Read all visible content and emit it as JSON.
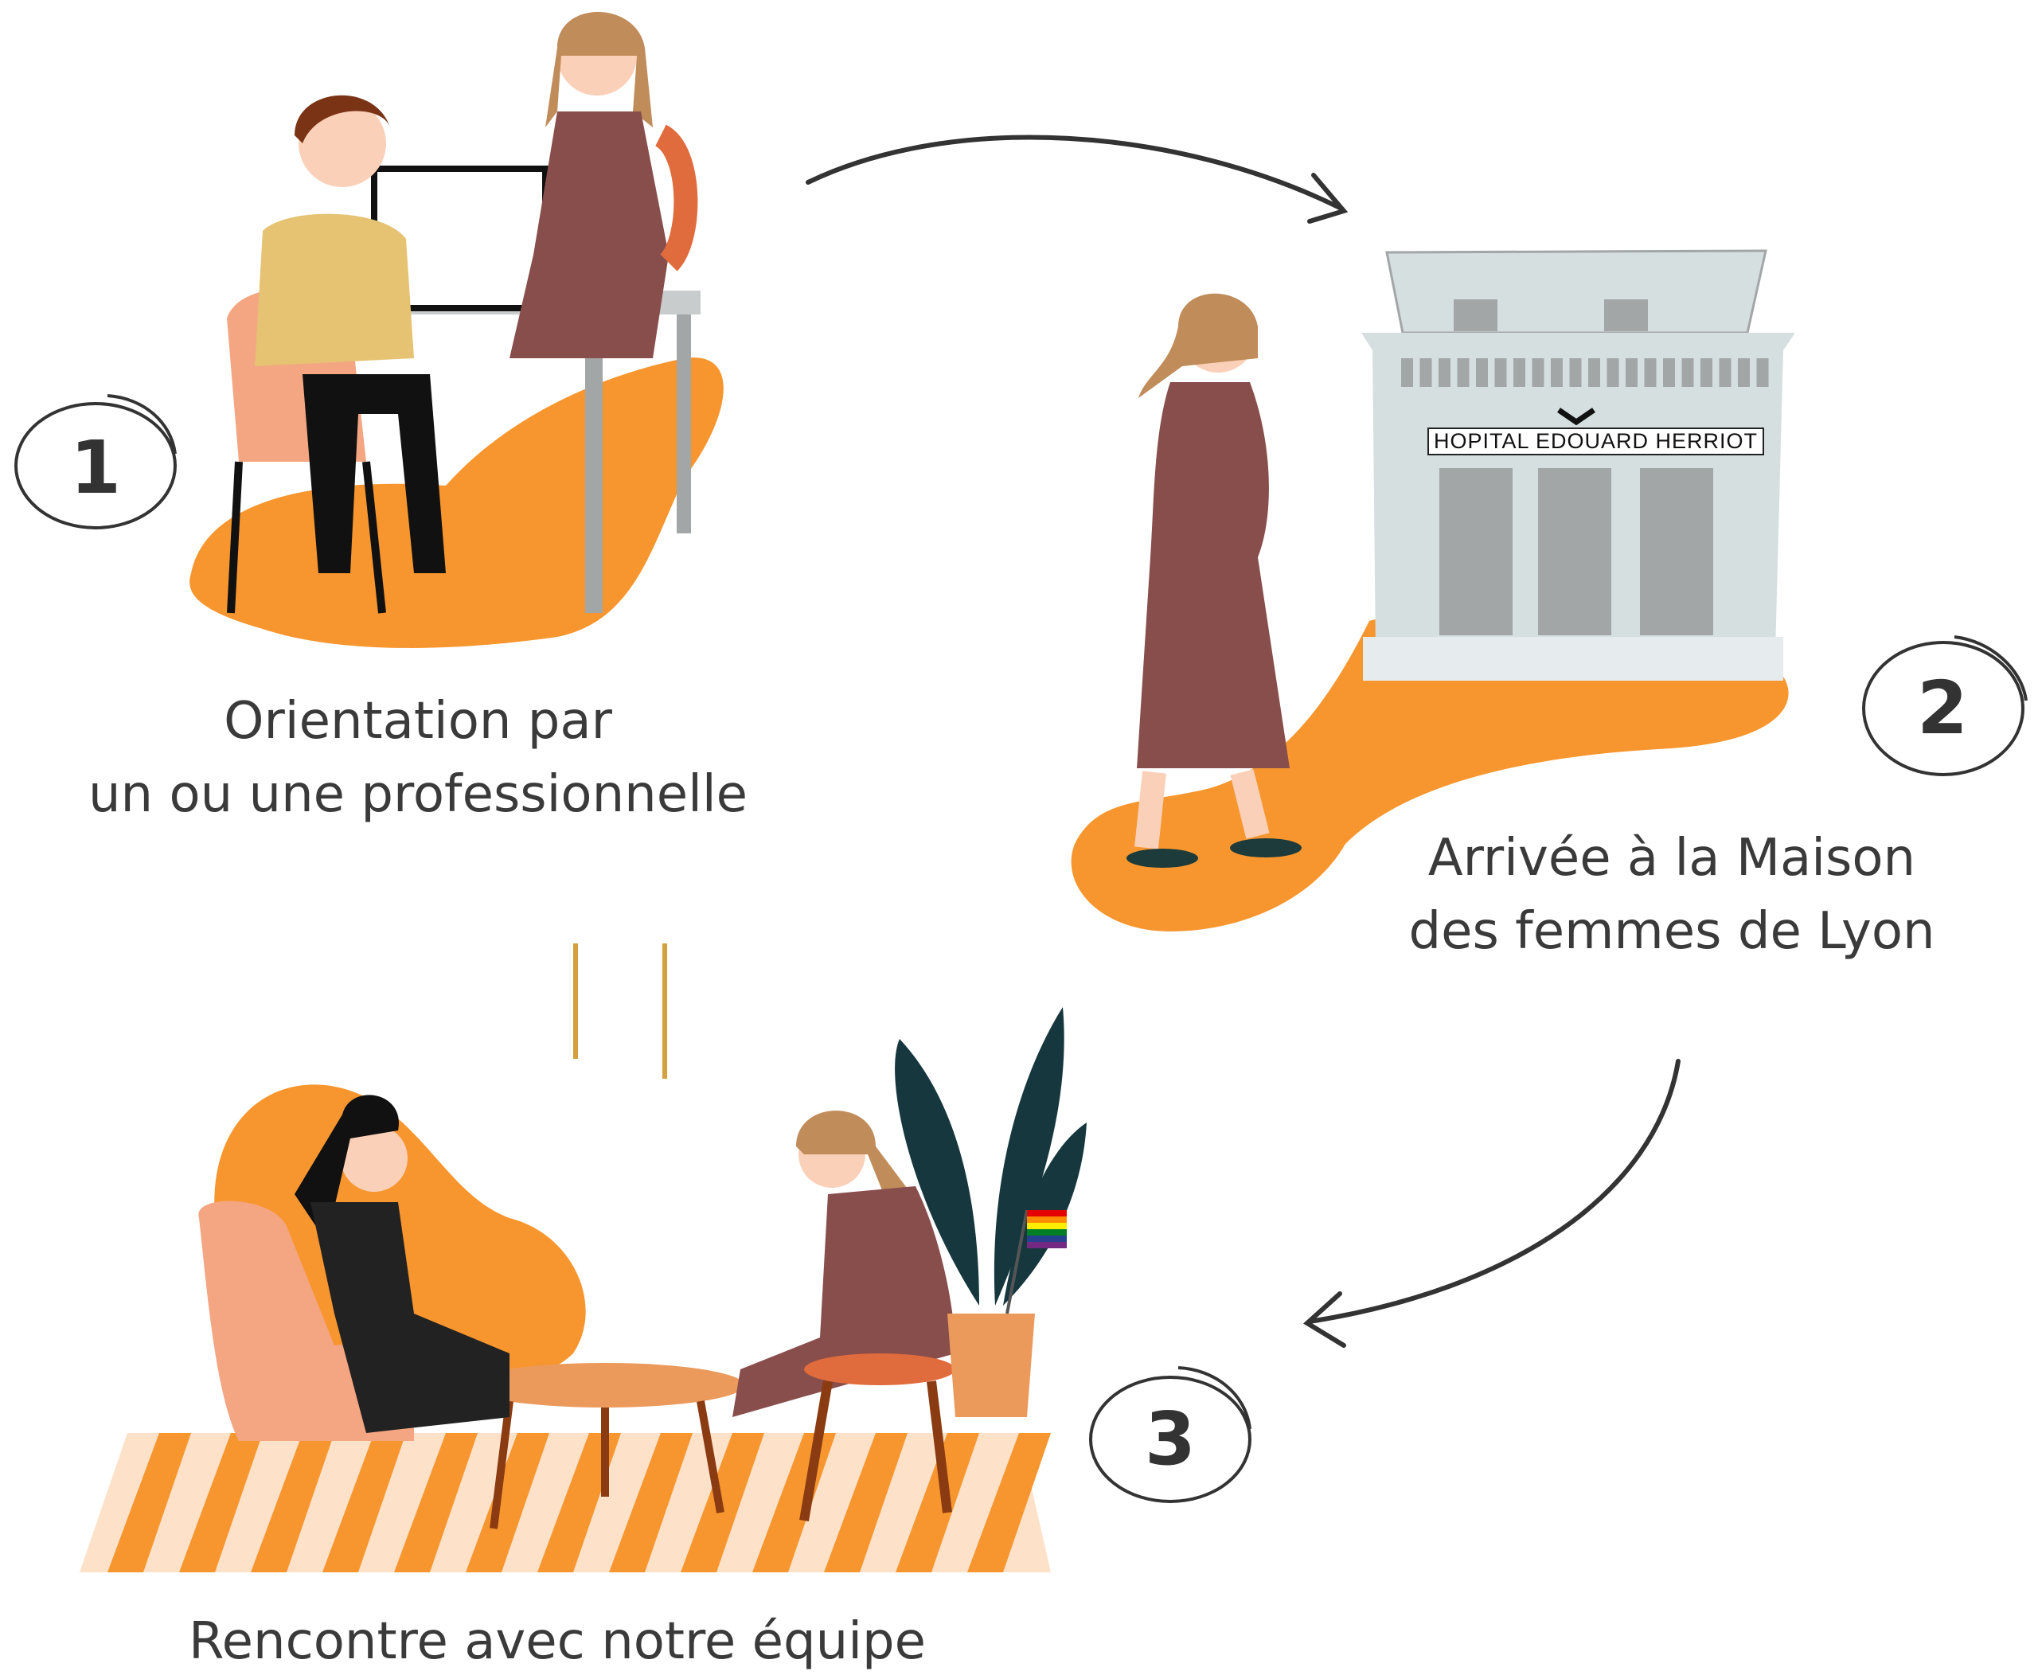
{
  "steps": [
    {
      "number": "1",
      "caption_line1": "Orientation par",
      "caption_line2": "un ou une professionnelle"
    },
    {
      "number": "2",
      "caption_line1": "Arrivée à la Maison",
      "caption_line2": "des femmes de Lyon"
    },
    {
      "number": "3",
      "caption_line1": "Rencontre avec notre équipe"
    }
  ],
  "hospital_sign": "HOPITAL EDOUARD HERRIOT",
  "colors": {
    "accent": "#f7962f",
    "dress": "#874e4c",
    "building": "#d5dfe0",
    "text": "#3a3a3a"
  }
}
